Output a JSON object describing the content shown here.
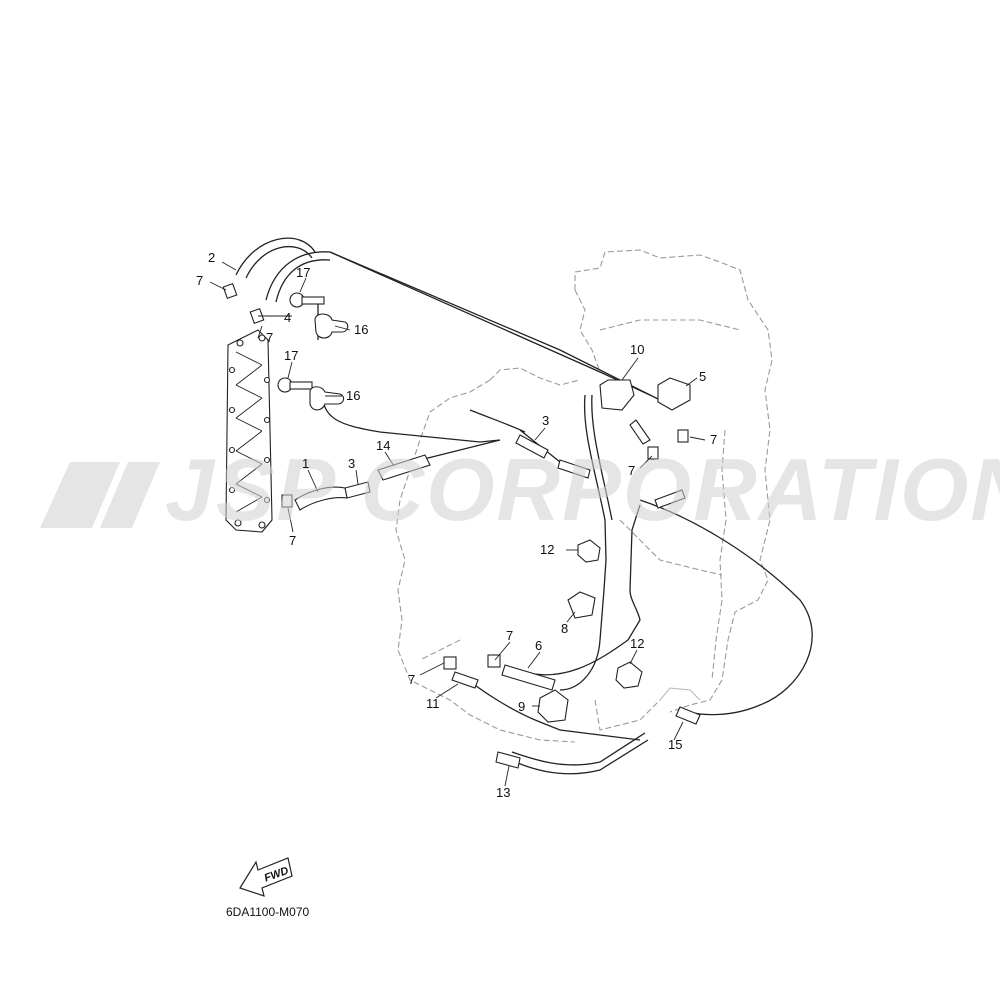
{
  "diagram": {
    "callouts": [
      {
        "id": "c2a",
        "text": "2"
      },
      {
        "id": "c7a",
        "text": "7"
      },
      {
        "id": "c17a",
        "text": "17"
      },
      {
        "id": "c4a",
        "text": "4"
      },
      {
        "id": "c7b",
        "text": "7"
      },
      {
        "id": "c16a",
        "text": "16"
      },
      {
        "id": "c17b",
        "text": "17"
      },
      {
        "id": "c16b",
        "text": "16"
      },
      {
        "id": "c10",
        "text": "10"
      },
      {
        "id": "c5",
        "text": "5"
      },
      {
        "id": "c3a",
        "text": "3"
      },
      {
        "id": "c7c",
        "text": "7"
      },
      {
        "id": "c7d",
        "text": "7"
      },
      {
        "id": "c14",
        "text": "14"
      },
      {
        "id": "c1",
        "text": "1"
      },
      {
        "id": "c3b",
        "text": "3"
      },
      {
        "id": "c7e",
        "text": "7"
      },
      {
        "id": "c12a",
        "text": "12"
      },
      {
        "id": "c8",
        "text": "8"
      },
      {
        "id": "c7f",
        "text": "7"
      },
      {
        "id": "c6",
        "text": "6"
      },
      {
        "id": "c12b",
        "text": "12"
      },
      {
        "id": "c7g",
        "text": "7"
      },
      {
        "id": "c11",
        "text": "11"
      },
      {
        "id": "c9",
        "text": "9"
      },
      {
        "id": "c15",
        "text": "15"
      },
      {
        "id": "c13",
        "text": "13"
      }
    ],
    "diagram_code": "6DA1100-M070",
    "fwd_label": "FWD",
    "watermark": "JSP CORPORATION",
    "colors": {
      "ink": "#222222",
      "ghost": "#9a9a9a",
      "watermark": "#cfcfcf"
    }
  }
}
